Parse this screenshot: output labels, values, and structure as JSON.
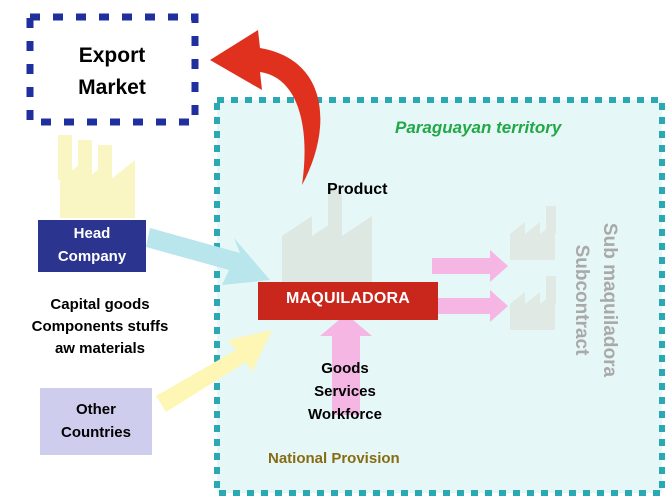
{
  "labels": {
    "export_market": "Export Market",
    "paraguayan_territory": "Paraguayan territory",
    "product": "Product",
    "head_company": "Head Company",
    "inputs": "Capital goods Components stuffs Raw materials",
    "maquiladora": "MAQUILADORA",
    "goods_services_workforce": "Goods Services Workforce",
    "other_countries": "Other Countries",
    "national_provision": "National Provision",
    "sub_maquiladora": "Sub maquiladora",
    "subcontract": "Subcontract"
  },
  "colors": {
    "territory_fill": "#e6f7f8",
    "territory_border": "#2aa9b5",
    "export_border": "#1f2f9e",
    "maquiladora": "#c9261c",
    "head_company": "#2b3590",
    "other_countries": "#cfcdee",
    "curved_arrow": "#e0301e",
    "pink_arrows": "#f6b6e3",
    "cyan_arrow": "#b8e6ec",
    "yellow_arrow": "#fdf6b4",
    "factory_gray": "#dde8e3"
  },
  "icons": [
    "factory-icon",
    "curved-arrow-icon"
  ]
}
